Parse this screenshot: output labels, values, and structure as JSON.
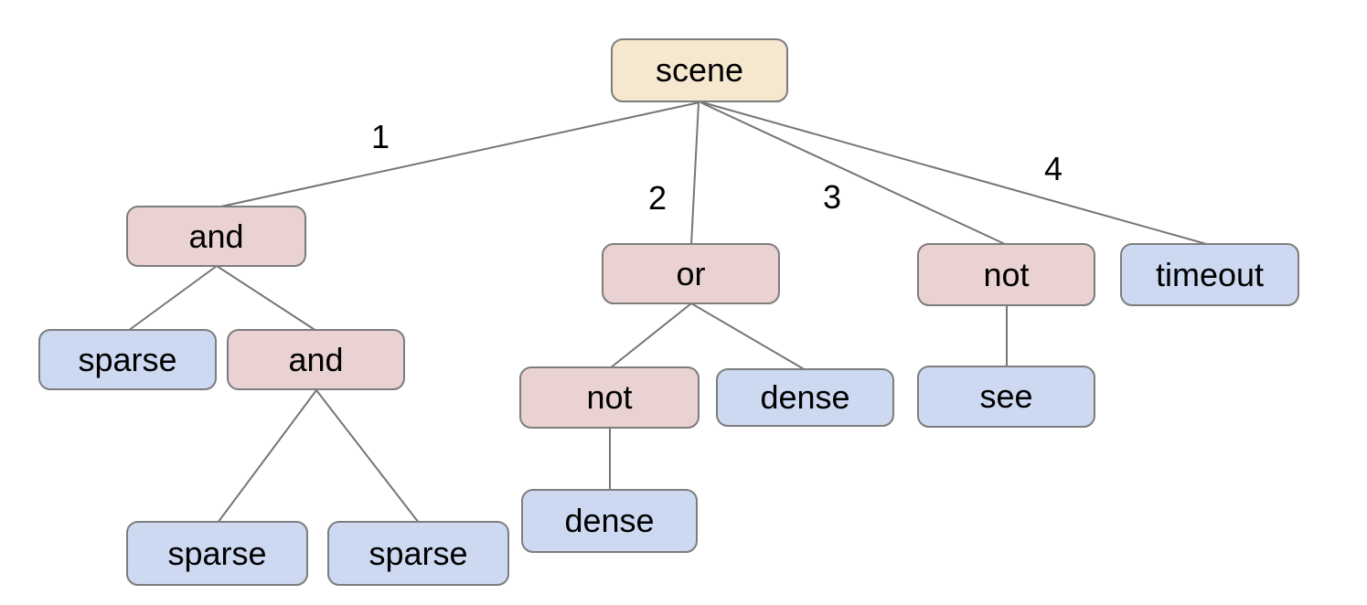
{
  "diagram": {
    "background": "#ffffff",
    "colors": {
      "root_fill": "#f5e8cf",
      "operator_fill": "#e9d2d1",
      "leaf_fill": "#cdd9f1",
      "node_border": "#7d7d7d",
      "edge_stroke": "#757575",
      "text": "#000000"
    },
    "node_labels": {
      "scene": "scene",
      "and_level1": "and",
      "or_level1": "or",
      "not_level1": "not",
      "timeout_level1": "timeout",
      "sparse_left": "sparse",
      "and_level2": "and",
      "not_level2": "not",
      "dense_under_or": "dense",
      "see": "see",
      "dense_under_not": "dense",
      "sparse_bottom_left": "sparse",
      "sparse_bottom_right": "sparse"
    },
    "edge_labels": {
      "e1": "1",
      "e2": "2",
      "e3": "3",
      "e4": "4"
    },
    "tree": {
      "label": "scene",
      "children": [
        {
          "edge": "1",
          "label": "and",
          "children": [
            {
              "label": "sparse",
              "children": []
            },
            {
              "label": "and",
              "children": [
                {
                  "label": "sparse",
                  "children": []
                },
                {
                  "label": "sparse",
                  "children": []
                }
              ]
            }
          ]
        },
        {
          "edge": "2",
          "label": "or",
          "children": [
            {
              "label": "not",
              "children": [
                {
                  "label": "dense",
                  "children": []
                }
              ]
            },
            {
              "label": "dense",
              "children": []
            }
          ]
        },
        {
          "edge": "3",
          "label": "not",
          "children": [
            {
              "label": "see",
              "children": []
            }
          ]
        },
        {
          "edge": "4",
          "label": "timeout",
          "children": []
        }
      ]
    }
  }
}
